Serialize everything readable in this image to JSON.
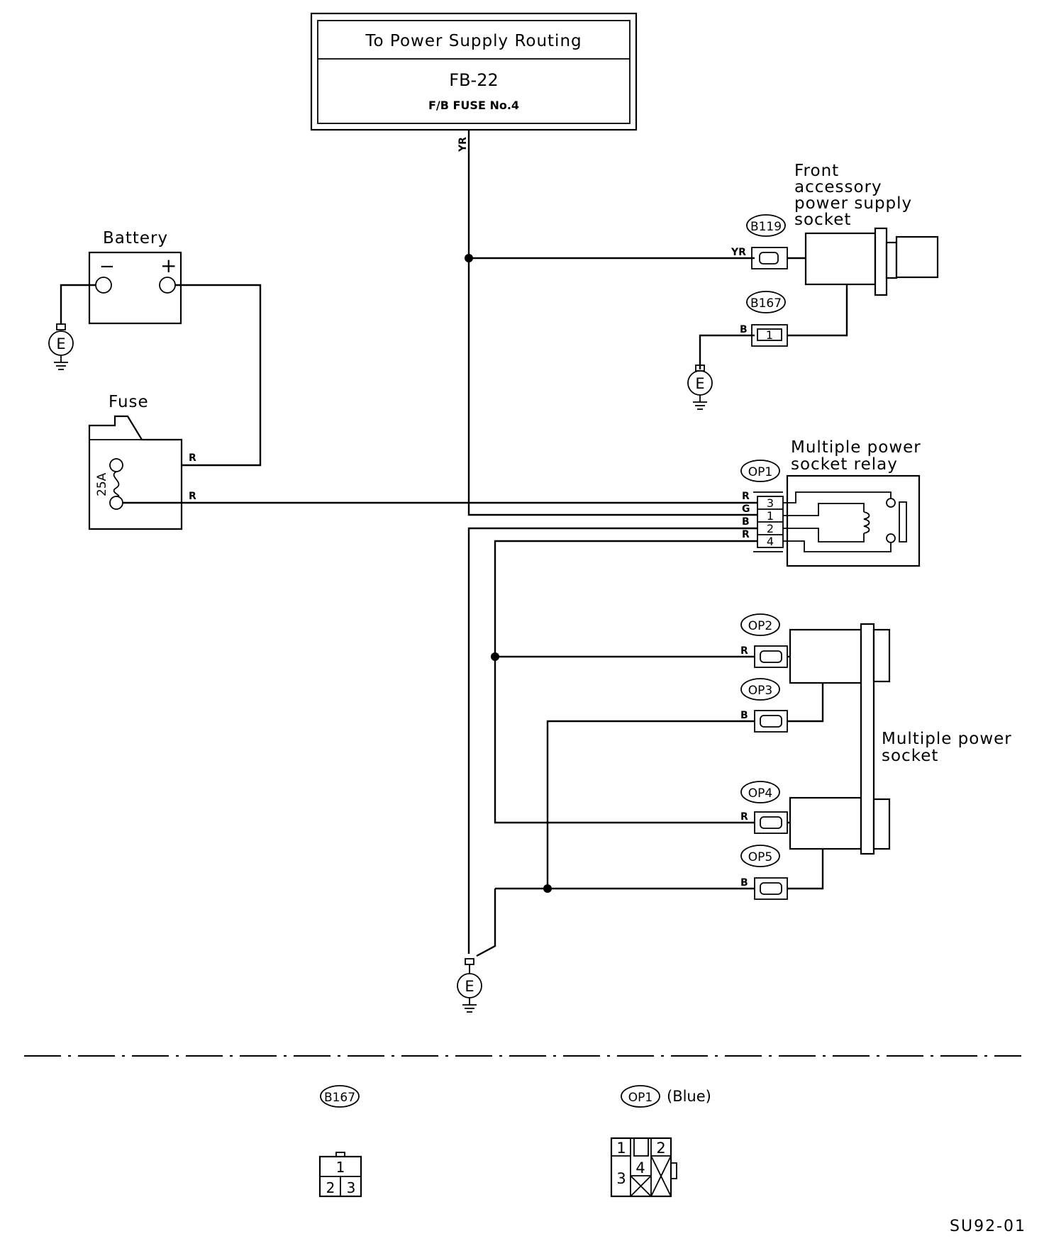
{
  "power_box": {
    "title": "To Power Supply Routing",
    "code": "FB-22",
    "fuse": "F/B FUSE No.4",
    "wire": "YR"
  },
  "battery": {
    "label": "Battery",
    "minus": "−",
    "plus": "+"
  },
  "fuse": {
    "label": "Fuse",
    "rating": "25A",
    "wire_top": "R",
    "wire_bottom": "R"
  },
  "ground_label": "E",
  "front_socket": {
    "label_lines": [
      "Front",
      "accessory",
      "power supply",
      "socket"
    ],
    "connector_main": "B119",
    "wire_main": "YR",
    "connector_gnd": "B167",
    "wire_gnd": "B",
    "pin_gnd": "1"
  },
  "relay": {
    "label_lines": [
      "Multiple power",
      "socket relay"
    ],
    "connector": "OP1",
    "pins": [
      {
        "wire": "R",
        "pin": "3"
      },
      {
        "wire": "G",
        "pin": "1"
      },
      {
        "wire": "B",
        "pin": "2"
      },
      {
        "wire": "R",
        "pin": "4"
      }
    ]
  },
  "multi_socket": {
    "label_lines": [
      "Multiple power",
      "socket"
    ],
    "connectors": [
      {
        "name": "OP2",
        "wire": "R"
      },
      {
        "name": "OP3",
        "wire": "B"
      },
      {
        "name": "OP4",
        "wire": "R"
      },
      {
        "name": "OP5",
        "wire": "B"
      }
    ]
  },
  "connector_views": {
    "b167": {
      "name": "B167",
      "pins": [
        "1",
        "2",
        "3"
      ]
    },
    "op1": {
      "name": "OP1",
      "color": "(Blue)",
      "pins": [
        "1",
        "2",
        "3",
        "4"
      ]
    }
  },
  "figure_code": "SU92-01"
}
